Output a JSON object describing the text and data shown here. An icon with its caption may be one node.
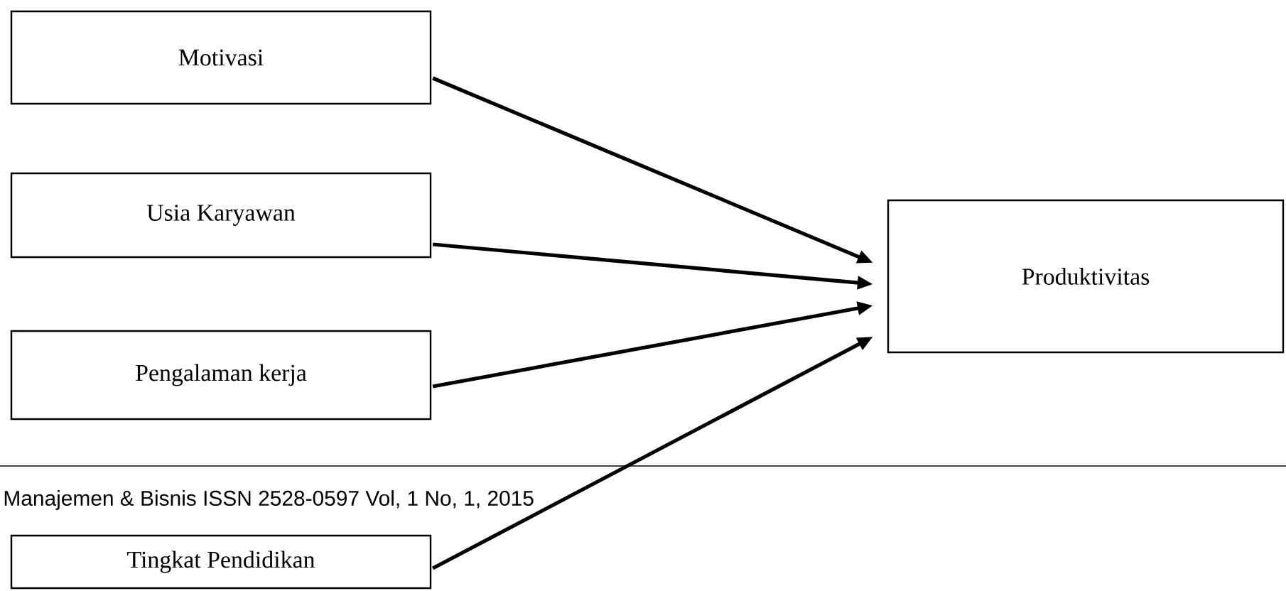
{
  "diagram": {
    "nodes": [
      {
        "text": [
          "Motivasi"
        ]
      },
      {
        "text": [
          "Usia Karyawan"
        ]
      },
      {
        "text": [
          "Pengalaman kerja"
        ]
      },
      {
        "text": [
          "Tingkat Pendidikan"
        ]
      },
      {
        "text": [
          "Produktivitas"
        ]
      }
    ],
    "edges": [
      {
        "from": 0,
        "to": 4,
        "arrow": "to"
      },
      {
        "from": 1,
        "to": 4,
        "arrow": "to"
      },
      {
        "from": 2,
        "to": 4,
        "arrow": "to"
      },
      {
        "from": 3,
        "to": 4,
        "arrow": "to"
      }
    ],
    "labels": [
      "Manajemen & Bisnis ISSN 2528-0597 Vol, 1 No, 1, 2015"
    ]
  }
}
